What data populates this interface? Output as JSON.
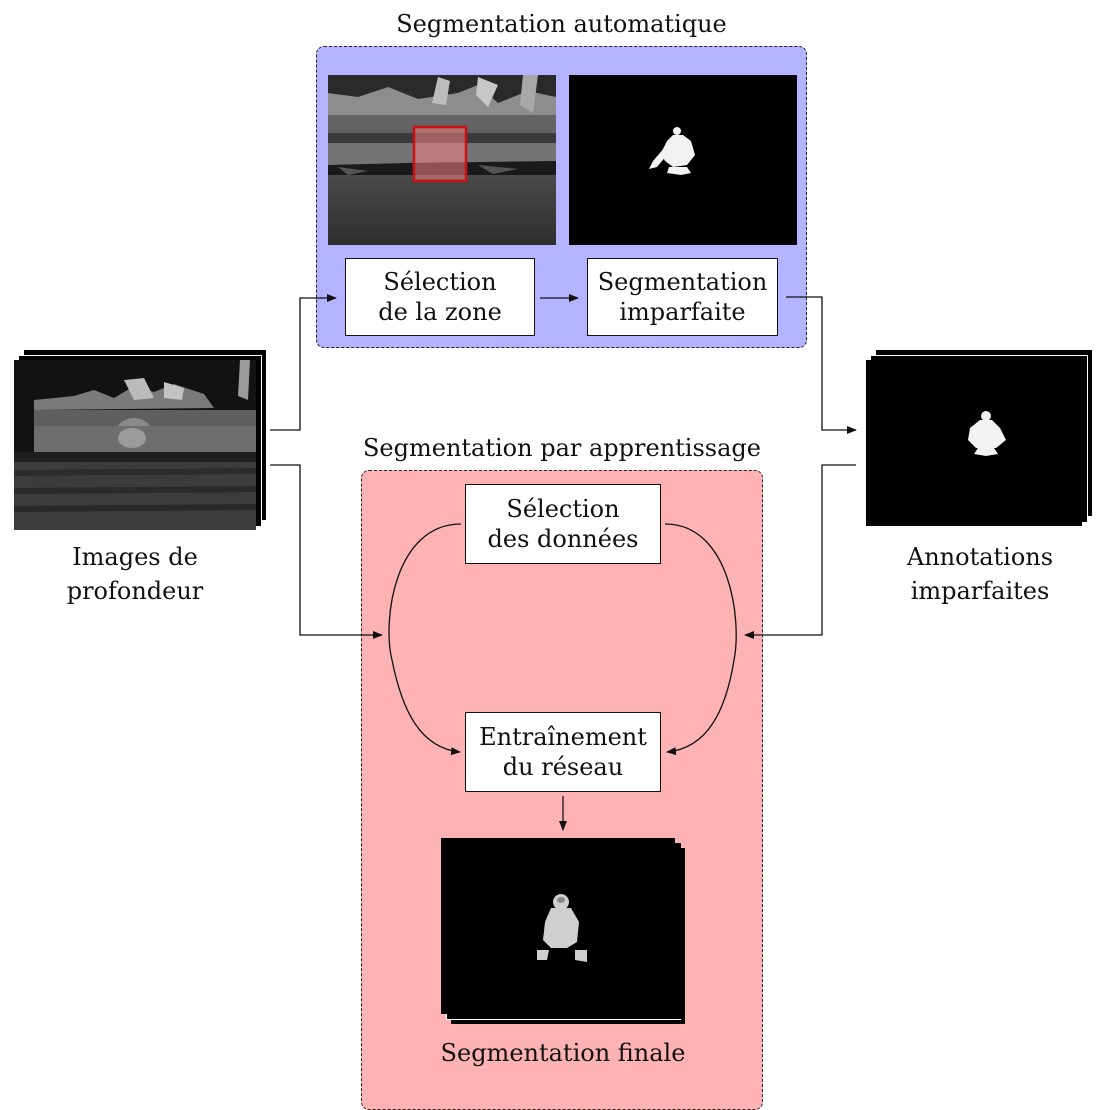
{
  "auto_section": {
    "title": "Segmentation automatique",
    "zone_box": {
      "line1": "Sélection",
      "line2": "de la zone"
    },
    "segm_box": {
      "line1": "Segmentation",
      "line2": "imparfaite"
    }
  },
  "learning_section": {
    "title": "Segmentation par apprentissage",
    "data_box": {
      "line1": "Sélection",
      "line2": "des données"
    },
    "train_box": {
      "line1": "Entraînement",
      "line2": "du réseau"
    },
    "final_caption": "Segmentation finale"
  },
  "inputs": {
    "line1": "Images de",
    "line2": "profondeur"
  },
  "annotations": {
    "line1": "Annotations",
    "line2": "imparfaites"
  },
  "colors": {
    "auto_panel": "#b3b3ff",
    "learn_panel": "#fdb3b3",
    "selection_rect": "#cc1111"
  },
  "images": {
    "depth_input": "depth-map-image",
    "zone_selection": "depth-map-with-selection-image",
    "imperfect_mask": "mask-image",
    "annotation_stack": "mask-stack-image",
    "final_stack": "final-mask-stack-image"
  }
}
